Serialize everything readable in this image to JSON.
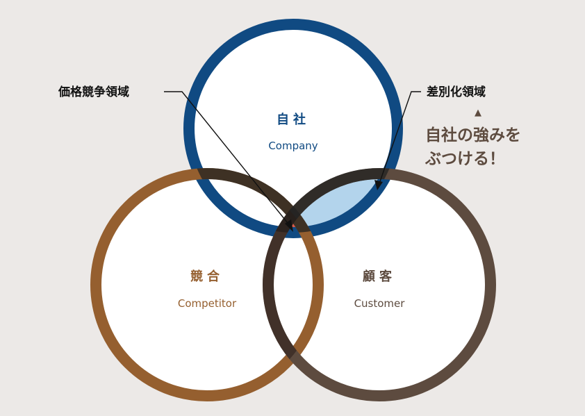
{
  "colors": {
    "background": "#ece9e7",
    "company": "#104a82",
    "competitor": "#955f2f",
    "customer": "#5d4b3f",
    "differentiation_fill": "#b3d4ec",
    "price_competition_fill": "#d95c4b",
    "callout_text": "#111111",
    "emphasis_text": "#5d4b3f"
  },
  "circles": {
    "company": {
      "title": "自社",
      "subtitle": "Company"
    },
    "competitor": {
      "title": "競合",
      "subtitle": "Competitor"
    },
    "customer": {
      "title": "顧客",
      "subtitle": "Customer"
    }
  },
  "callouts": {
    "price_competition": {
      "label": "価格競争領域"
    },
    "differentiation": {
      "label": "差別化領域",
      "marker": "▲",
      "emphasis_line1": "自社の強みを",
      "emphasis_line2": "ぶつける！"
    }
  }
}
